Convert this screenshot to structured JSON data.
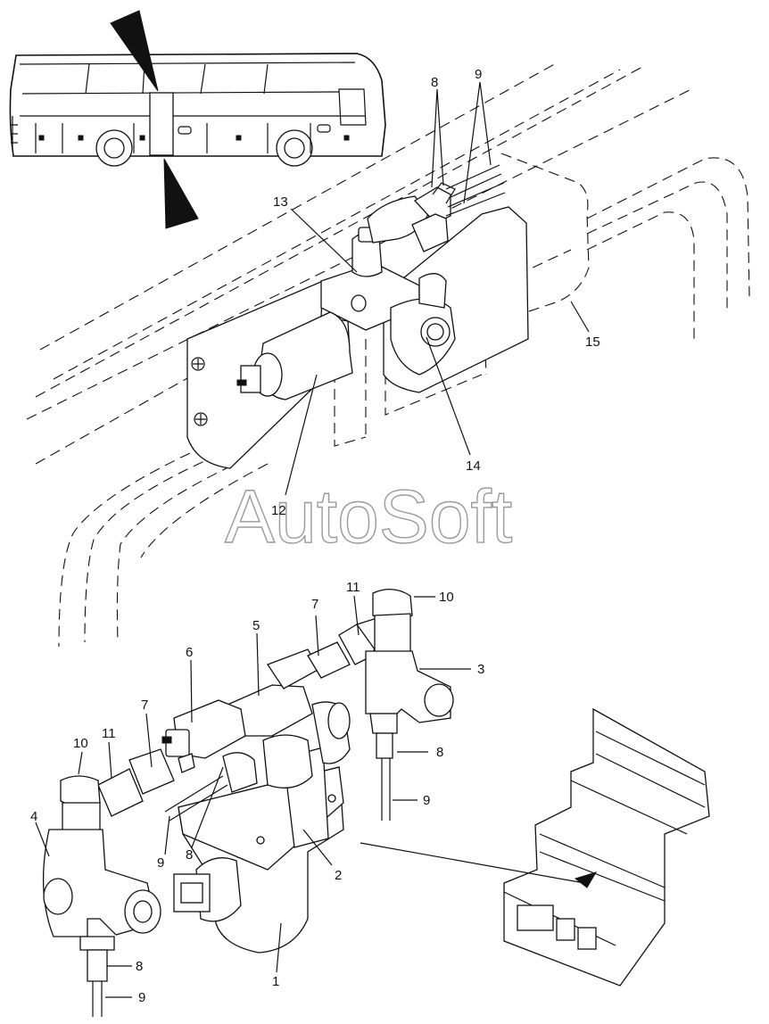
{
  "watermark": "AutoSoft",
  "callouts": {
    "c1": "1",
    "c2": "2",
    "c3": "3",
    "c4": "4",
    "c5": "5",
    "c6": "6",
    "c7a": "7",
    "c7b": "7",
    "c8a": "8",
    "c8b": "8",
    "c8c": "8",
    "c8d": "8",
    "c9a": "9",
    "c9b": "9",
    "c9c": "9",
    "c9d": "9",
    "c10a": "10",
    "c10b": "10",
    "c11a": "11",
    "c11b": "11",
    "c12": "12",
    "c13": "13",
    "c14": "14",
    "c15": "15"
  }
}
